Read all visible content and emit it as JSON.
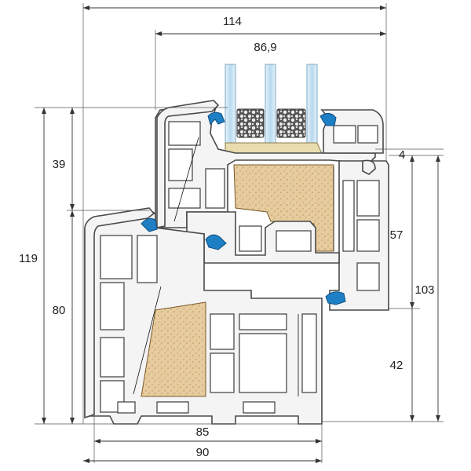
{
  "diagram": {
    "dimensions": {
      "overall_width": "114",
      "glazing_width": "86,9",
      "sash_height": "39",
      "total_height": "119",
      "frame_height": "80",
      "gap": "4",
      "sash_section": "57",
      "right_total": "103",
      "frame_section": "42",
      "frame_depth": "85",
      "frame_width": "90"
    },
    "colors": {
      "pvc": "#f4f4f4",
      "outline": "#4a4a4a",
      "seal": "#1f7fc4",
      "glass": "#cfe6f5",
      "reinforcement": "#e2c79a",
      "steel": "#3a3a3a"
    }
  }
}
